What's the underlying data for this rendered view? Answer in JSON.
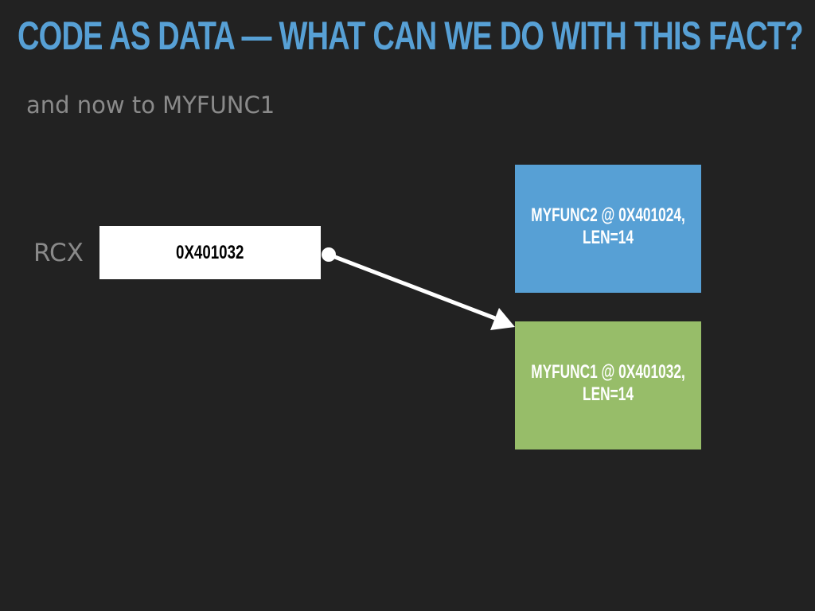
{
  "slide": {
    "title": "CODE AS DATA — WHAT CAN WE DO WITH THIS FACT?",
    "subtitle": "and now to MYFUNC1"
  },
  "register": {
    "name": "RCX",
    "value": "0X401032"
  },
  "functions": [
    {
      "label": "MYFUNC2 @ 0X401024,\nLEN=14",
      "color": "#57a0d5"
    },
    {
      "label": "MYFUNC1 @ 0X401032,\nLEN=14",
      "color": "#97bd69"
    }
  ],
  "colors": {
    "background": "#222222",
    "title": "#57a0d5",
    "muted_text": "#8a8a8a",
    "arrow": "#ffffff"
  }
}
